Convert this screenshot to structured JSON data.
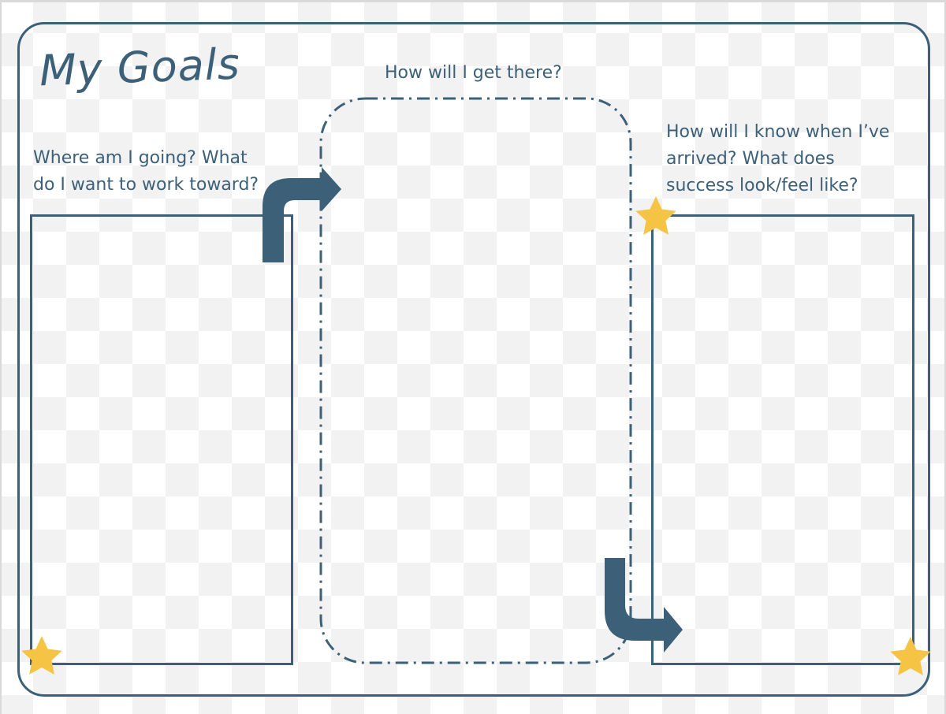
{
  "worksheet": {
    "title": "My Goals",
    "prompts": {
      "left_line1": "Where am I going? What",
      "left_line2": "do I want to work toward?",
      "middle": "How will I get there?",
      "right_line1": "How will I know when I’ve",
      "right_line2": "arrived? What does",
      "right_line3": "success look/feel like?"
    },
    "answer_boxes": {
      "destination": "",
      "path": "",
      "success": ""
    }
  },
  "colors": {
    "primary": "#3d6079",
    "star": "#f5c444",
    "checker": "#f2f2f2",
    "background": "#ffffff"
  },
  "icons": [
    "star-icon",
    "curved-arrow-icon"
  ]
}
